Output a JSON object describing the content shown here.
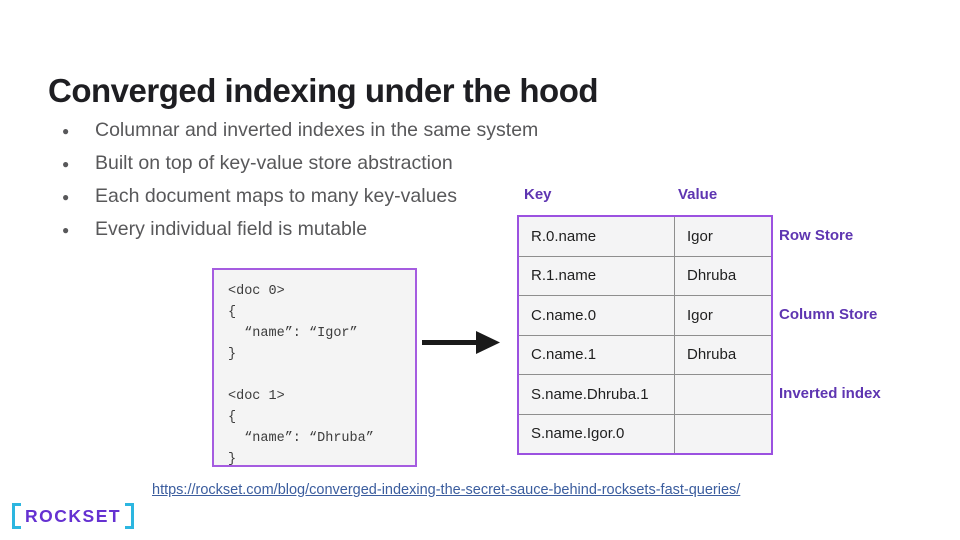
{
  "slide": {
    "title": "Converged indexing under the hood",
    "bullets": [
      "Columnar and inverted indexes in the same system",
      "Built on top of key-value store abstraction",
      "Each document maps to many key-values",
      "Every individual field is mutable"
    ],
    "code_text": "<doc 0>\n{\n  “name”: “Igor”\n}\n\n<doc 1>\n{\n  “name”: “Dhruba”\n}",
    "kv_table": {
      "headers": {
        "key": "Key",
        "value": "Value"
      },
      "rows": [
        {
          "key": "R.0.name",
          "value": "Igor"
        },
        {
          "key": "R.1.name",
          "value": "Dhruba"
        },
        {
          "key": "C.name.0",
          "value": "Igor"
        },
        {
          "key": "C.name.1",
          "value": "Dhruba"
        },
        {
          "key": "S.name.Dhruba.1",
          "value": ""
        },
        {
          "key": "S.name.Igor.0",
          "value": ""
        }
      ],
      "side_labels": {
        "row_store": "Row Store",
        "column_store": "Column Store",
        "inverted_index": "Inverted index"
      }
    },
    "link_text": "https://rockset.com/blog/converged-indexing-the-secret-sauce-behind-rocksets-fast-queries/",
    "logo_text": "ROCKSET",
    "colors": {
      "accent_purple": "#5e35b1",
      "border_purple": "#9b51e0",
      "logo_purple": "#6531d1",
      "logo_cyan": "#2cb6e0",
      "link_blue": "#3b5d9e",
      "cell_bg": "#f4f4f5"
    }
  }
}
